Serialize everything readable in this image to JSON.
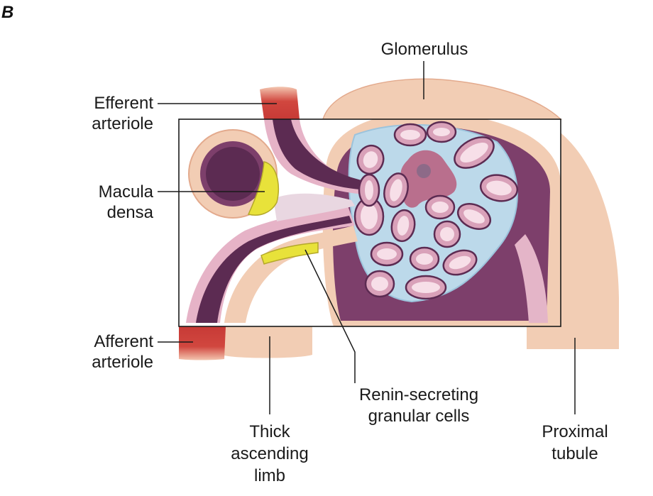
{
  "panel_letter": "B",
  "labels": {
    "glomerulus": "Glomerulus",
    "efferent_arteriole": [
      "Efferent",
      "arteriole"
    ],
    "macula_densa": [
      "Macula",
      "densa"
    ],
    "afferent_arteriole": [
      "Afferent",
      "arteriole"
    ],
    "thick_ascending_limb": [
      "Thick",
      "ascending",
      "limb"
    ],
    "renin_cells": [
      "Renin-secreting",
      "granular cells"
    ],
    "proximal_tubule": [
      "Proximal",
      "tubule"
    ]
  },
  "colors": {
    "tissue_peach": "#f2cdb4",
    "tissue_edge": "#e3aa8d",
    "capsule_purple": "#7d3f6b",
    "lumen_dark": "#5c2b52",
    "mesangium_blue": "#bcd9ea",
    "capillary_pink": "#d9a1b9",
    "arteriole_red": "#d1473f",
    "granular_yellow": "#e8e23a",
    "line": "#1a1a1a"
  }
}
